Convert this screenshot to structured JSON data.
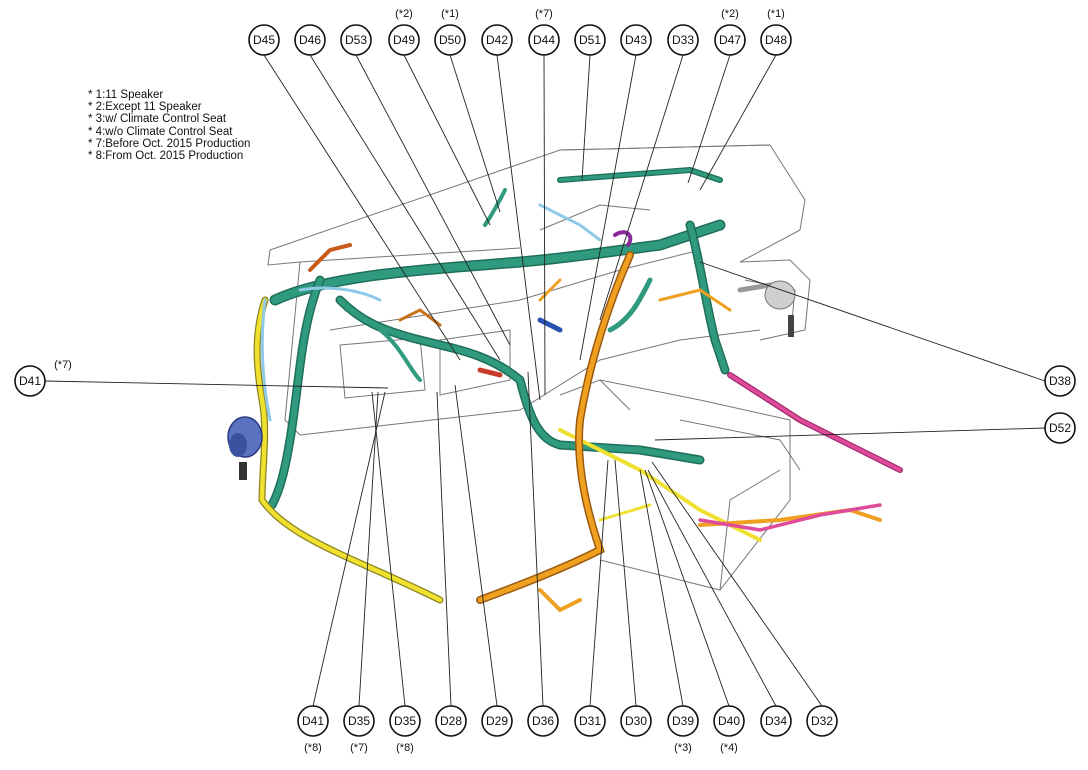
{
  "legend": [
    "* 1:11 Speaker",
    "* 2:Except 11 Speaker",
    "* 3:w/ Climate Control Seat",
    "* 4:w/o Climate Control Seat",
    "* 7:Before Oct. 2015 Production",
    "* 8:From Oct. 2015 Production"
  ],
  "connectors_top": [
    {
      "id": "D45",
      "note": ""
    },
    {
      "id": "D46",
      "note": ""
    },
    {
      "id": "D53",
      "note": ""
    },
    {
      "id": "D49",
      "note": "(*2)"
    },
    {
      "id": "D50",
      "note": "(*1)"
    },
    {
      "id": "D42",
      "note": ""
    },
    {
      "id": "D44",
      "note": "(*7)"
    },
    {
      "id": "D51",
      "note": ""
    },
    {
      "id": "D43",
      "note": ""
    },
    {
      "id": "D33",
      "note": ""
    },
    {
      "id": "D47",
      "note": "(*2)"
    },
    {
      "id": "D48",
      "note": "(*1)"
    }
  ],
  "connectors_bottom": [
    {
      "id": "D41",
      "note": "(*8)"
    },
    {
      "id": "D35",
      "note": "(*7)"
    },
    {
      "id": "D35",
      "note": "(*8)"
    },
    {
      "id": "D28",
      "note": ""
    },
    {
      "id": "D29",
      "note": ""
    },
    {
      "id": "D36",
      "note": ""
    },
    {
      "id": "D31",
      "note": ""
    },
    {
      "id": "D30",
      "note": ""
    },
    {
      "id": "D39",
      "note": "(*3)"
    },
    {
      "id": "D40",
      "note": "(*4)"
    },
    {
      "id": "D34",
      "note": ""
    },
    {
      "id": "D32",
      "note": ""
    }
  ],
  "connectors_side": [
    {
      "id": "D41",
      "note": "(*7)"
    },
    {
      "id": "D38",
      "note": ""
    },
    {
      "id": "D52",
      "note": ""
    }
  ],
  "colors": {
    "harness_main": "#2f9a7e",
    "harness_dark": "#1f6e5a",
    "harness_yellow": "#f0e030",
    "harness_orange": "#f0a020",
    "harness_pink": "#e04a9a",
    "harness_lightblue": "#8fc9e8",
    "harness_blue": "#2850b0",
    "harness_purple": "#8a2a9a",
    "harness_red": "#c83a2a",
    "outline": "#555555"
  }
}
